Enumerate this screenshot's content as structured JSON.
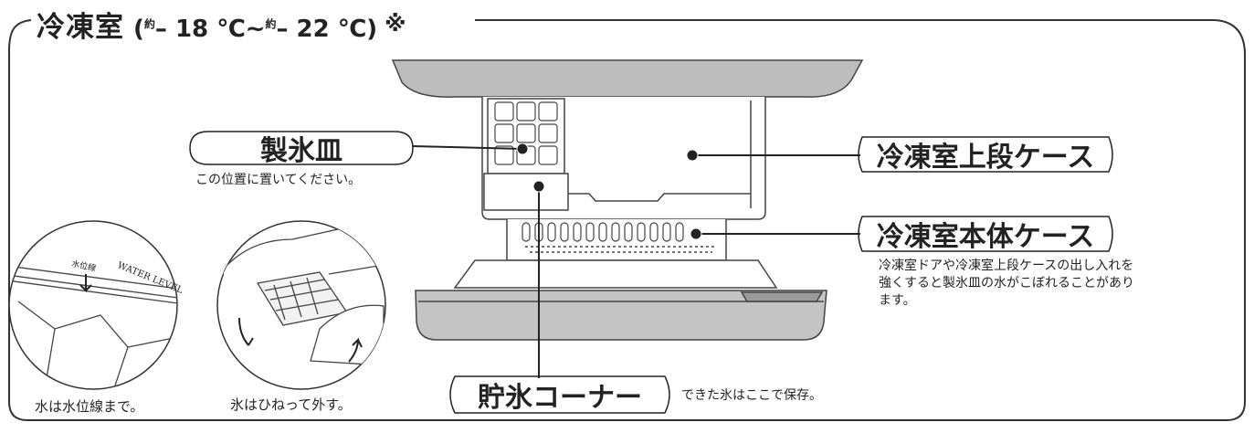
{
  "title": {
    "main": "冷凍室",
    "range_open": "(",
    "approx1": "約",
    "temp1": "– 18 ℃~",
    "approx2": "約",
    "temp2": "– 22 ℃)",
    "note_mark": "※"
  },
  "labels": {
    "ice_tray": "製氷皿",
    "ice_tray_note": "この位置に置いてください。",
    "upper_case": "冷凍室上段ケース",
    "main_case": "冷凍室本体ケース",
    "main_case_note_line1": "冷凍室ドアや冷凍室上段ケースの出し入れを",
    "main_case_note_line2": "強くすると製氷皿の水がこぼれることがあり",
    "main_case_note_line3": "ます。",
    "ice_storage": "貯氷コーナー",
    "ice_storage_note": "できた氷はここで保存。"
  },
  "insets": {
    "water_level_caption": "水は水位線まで。",
    "twist_caption": "氷はひねって外す。",
    "water_level_mark_jp": "水位線",
    "water_level_mark_en": "WATER LEVEL"
  }
}
